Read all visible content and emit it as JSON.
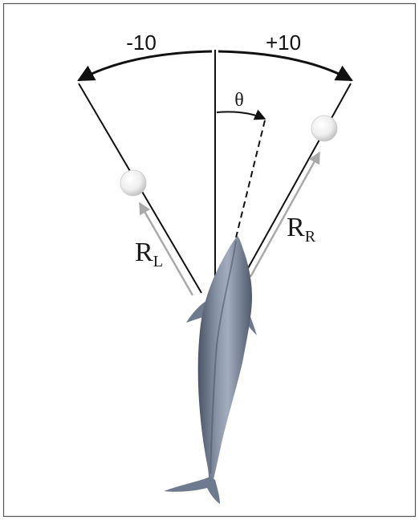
{
  "labels": {
    "left_angle": "-10",
    "right_angle": "+10",
    "theta": "θ",
    "range_left_main": "R",
    "range_left_sub": "L",
    "range_right_main": "R",
    "range_right_sub": "R"
  },
  "colors": {
    "frame": "#555555",
    "line": "#111111",
    "range_arrow": "#a9a9a9",
    "dolphin_body": "#6e7a8e",
    "dolphin_dark": "#4b5466",
    "dolphin_light": "#a3adbf",
    "target_sphere": "#f2f2f2"
  },
  "icons": {
    "subject": "dolphin-icon",
    "target": "sphere-icon"
  }
}
